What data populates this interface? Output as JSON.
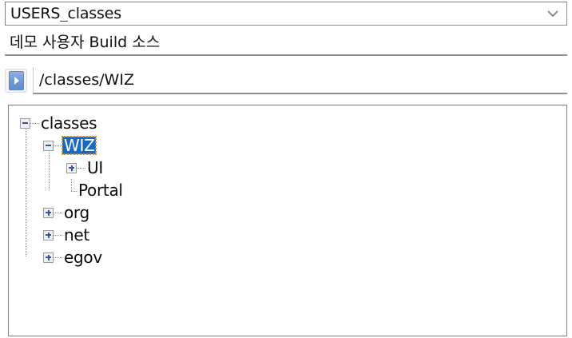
{
  "combo": {
    "value": "USERS_classes",
    "placeholder": "USERS_classes",
    "arrow_icon": "chevron-down-icon"
  },
  "description": {
    "value": "데모 사용자 Build 소스",
    "placeholder": "데모 사용자 Build 소스"
  },
  "path": {
    "button_icon": "play-triangle-icon",
    "value": "/classes/WIZ",
    "placeholder": "/classes/WIZ"
  },
  "colors": {
    "selection_background": "#1569c7",
    "selection_text": "#ffffff",
    "focus_outline": "#e08a18",
    "expander_sign": "#2f55a4",
    "panel_border": "#7b7f88"
  },
  "tree": {
    "selected_node": "WIZ",
    "nodes": [
      {
        "label": "classes",
        "expander": "minus",
        "children": [
          {
            "label": "WIZ",
            "expander": "minus",
            "selected": true,
            "children": [
              {
                "label": "UI",
                "expander": "plus",
                "children": []
              },
              {
                "label": "Portal",
                "expander": "none",
                "children": []
              }
            ]
          },
          {
            "label": "org",
            "expander": "plus",
            "children": []
          },
          {
            "label": "net",
            "expander": "plus",
            "children": []
          },
          {
            "label": "egov",
            "expander": "plus",
            "children": []
          }
        ]
      }
    ]
  }
}
